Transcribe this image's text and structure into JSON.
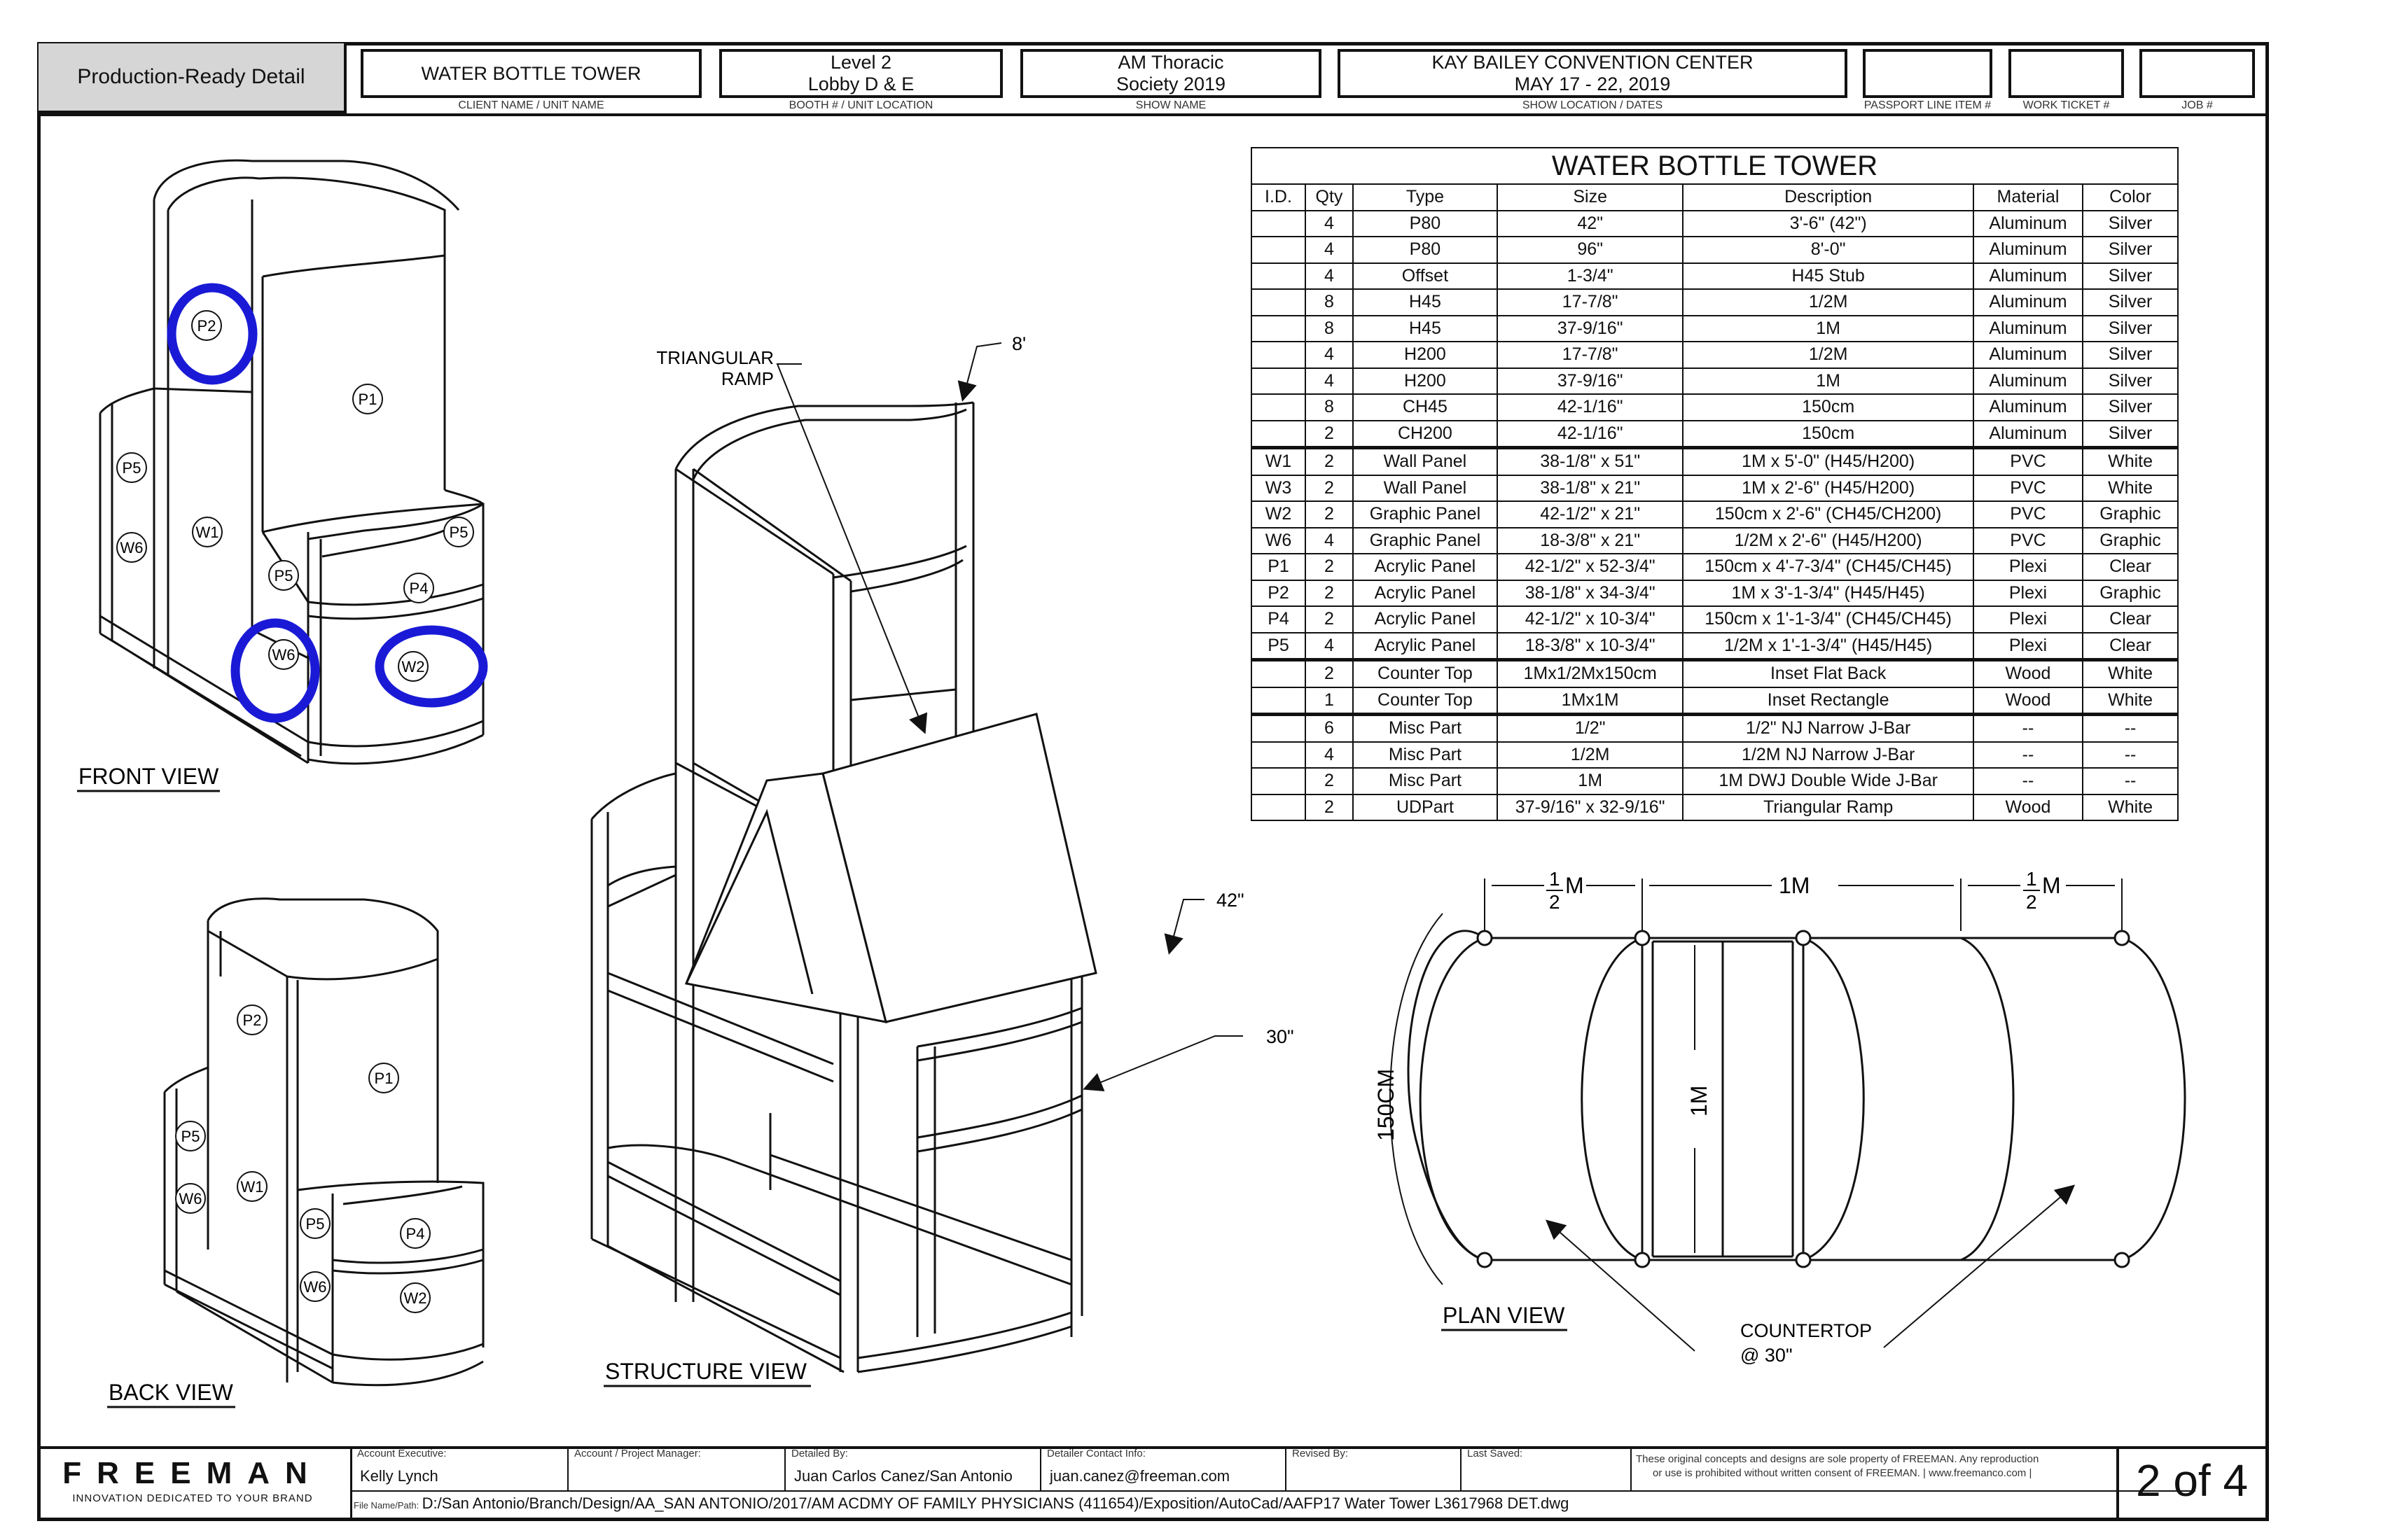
{
  "header": {
    "production_label": "Production-Ready Detail",
    "fields": [
      {
        "value": "WATER BOTTLE TOWER",
        "caption": "CLIENT NAME / UNIT NAME"
      },
      {
        "value": "Level 2\nLobby D & E",
        "line1": "Level 2",
        "line2": "Lobby D & E",
        "caption": "BOOTH # / UNIT LOCATION"
      },
      {
        "line1": "AM Thoracic",
        "line2": "Society 2019",
        "caption": "SHOW NAME"
      },
      {
        "line1": "KAY BAILEY CONVENTION CENTER",
        "line2": "MAY 17 - 22, 2019",
        "caption": "SHOW LOCATION / DATES"
      },
      {
        "value": "",
        "caption": "PASSPORT LINE ITEM #"
      },
      {
        "value": "",
        "caption": "WORK TICKET #"
      },
      {
        "value": "",
        "caption": "JOB #"
      }
    ]
  },
  "bom": {
    "title": "WATER BOTTLE TOWER",
    "columns": [
      "I.D.",
      "Qty",
      "Type",
      "Size",
      "Description",
      "Material",
      "Color"
    ],
    "rows": [
      [
        "",
        "4",
        "P80",
        "42\"",
        "3'-6\" (42\")",
        "Aluminum",
        "Silver"
      ],
      [
        "",
        "4",
        "P80",
        "96\"",
        "8'-0\"",
        "Aluminum",
        "Silver"
      ],
      [
        "",
        "4",
        "Offset",
        "1-3/4\"",
        "H45 Stub",
        "Aluminum",
        "Silver"
      ],
      [
        "",
        "8",
        "H45",
        "17-7/8\"",
        "1/2M",
        "Aluminum",
        "Silver"
      ],
      [
        "",
        "8",
        "H45",
        "37-9/16\"",
        "1M",
        "Aluminum",
        "Silver"
      ],
      [
        "",
        "4",
        "H200",
        "17-7/8\"",
        "1/2M",
        "Aluminum",
        "Silver"
      ],
      [
        "",
        "4",
        "H200",
        "37-9/16\"",
        "1M",
        "Aluminum",
        "Silver"
      ],
      [
        "",
        "8",
        "CH45",
        "42-1/16\"",
        "150cm",
        "Aluminum",
        "Silver"
      ],
      [
        "",
        "2",
        "CH200",
        "42-1/16\"",
        "150cm",
        "Aluminum",
        "Silver"
      ],
      [
        "W1",
        "2",
        "Wall Panel",
        "38-1/8\" x 51\"",
        "1M x 5'-0\" (H45/H200)",
        "PVC",
        "White"
      ],
      [
        "W3",
        "2",
        "Wall Panel",
        "38-1/8\" x 21\"",
        "1M x 2'-6\" (H45/H200)",
        "PVC",
        "White"
      ],
      [
        "W2",
        "2",
        "Graphic Panel",
        "42-1/2\" x 21\"",
        "150cm x 2'-6\" (CH45/CH200)",
        "PVC",
        "Graphic"
      ],
      [
        "W6",
        "4",
        "Graphic Panel",
        "18-3/8\" x 21\"",
        "1/2M x 2'-6\" (H45/H200)",
        "PVC",
        "Graphic"
      ],
      [
        "P1",
        "2",
        "Acrylic Panel",
        "42-1/2\" x 52-3/4\"",
        "150cm x 4'-7-3/4\" (CH45/CH45)",
        "Plexi",
        "Clear"
      ],
      [
        "P2",
        "2",
        "Acrylic Panel",
        "38-1/8\" x 34-3/4\"",
        "1M x 3'-1-3/4\" (H45/H45)",
        "Plexi",
        "Graphic"
      ],
      [
        "P4",
        "2",
        "Acrylic Panel",
        "42-1/2\" x 10-3/4\"",
        "150cm x 1'-1-3/4\" (CH45/CH45)",
        "Plexi",
        "Clear"
      ],
      [
        "P5",
        "4",
        "Acrylic Panel",
        "18-3/8\" x 10-3/4\"",
        "1/2M x 1'-1-3/4\" (H45/H45)",
        "Plexi",
        "Clear"
      ],
      [
        "",
        "2",
        "Counter Top",
        "1Mx1/2Mx150cm",
        "Inset Flat Back",
        "Wood",
        "White"
      ],
      [
        "",
        "1",
        "Counter Top",
        "1Mx1M",
        "Inset Rectangle",
        "Wood",
        "White"
      ],
      [
        "",
        "6",
        "Misc Part",
        "1/2\"",
        "1/2\" NJ Narrow J-Bar",
        "--",
        "--"
      ],
      [
        "",
        "4",
        "Misc Part",
        "1/2M",
        "1/2M NJ Narrow J-Bar",
        "--",
        "--"
      ],
      [
        "",
        "2",
        "Misc Part",
        "1M",
        "1M DWJ Double Wide J-Bar",
        "--",
        "--"
      ],
      [
        "",
        "2",
        "UDPart",
        "37-9/16\" x 32-9/16\"",
        "Triangular Ramp",
        "Wood",
        "White"
      ]
    ],
    "group_breaks": [
      9,
      17,
      19
    ]
  },
  "views": {
    "front": "FRONT VIEW",
    "back": "BACK VIEW",
    "structure": "STRUCTURE VIEW",
    "plan": "PLAN VIEW"
  },
  "callouts": {
    "ramp_line1": "TRIANGULAR",
    "ramp_line2": "RAMP",
    "h8": "8'",
    "h42": "42\"",
    "h30": "30\"",
    "countertop_line1": "COUNTERTOP",
    "countertop_line2": "@ 30\"",
    "dim_half_left": "M",
    "dim_one": "1M",
    "dim_half_right": "M",
    "dim_fraction": "1/2",
    "dim_150": "150CM",
    "dim_1m_vertical": "1M"
  },
  "panel_tags": {
    "front": [
      "P2",
      "P1",
      "P5",
      "W6",
      "W1",
      "P5",
      "P5",
      "P4",
      "W6",
      "W2"
    ],
    "back": [
      "P2",
      "P1",
      "P5",
      "W6",
      "W1",
      "P5",
      "P4",
      "W6",
      "W2"
    ],
    "highlight_color": "#1a1ad6"
  },
  "footer": {
    "brand": "FREEMAN",
    "tagline": "INNOVATION DEDICATED TO YOUR BRAND",
    "cells": [
      {
        "caption": "Account Executive:",
        "value": "Kelly Lynch"
      },
      {
        "caption": "Account / Project Manager:",
        "value": ""
      },
      {
        "caption": "Detailed By:",
        "value": "Juan Carlos Canez/San Antonio"
      },
      {
        "caption": "Detailer Contact Info:",
        "value": "juan.canez@freeman.com"
      },
      {
        "caption": "Revised By:",
        "value": ""
      },
      {
        "caption": "Last Saved:",
        "value": ""
      }
    ],
    "notice_line1": "These original concepts and designs are sole property of FREEMAN. Any reproduction",
    "notice_line2": "or use is prohibited without written consent of FREEMAN.  |  www.freemanco.com  |",
    "file_caption": "File Name/Path:",
    "file_path": "D:/San Antonio/Branch/Design/AA_SAN ANTONIO/2017/AM ACDMY OF FAMILY PHYSICIANS (411654)/Exposition/AutoCad/AAFP17 Water Tower L3617968 DET.dwg",
    "page": "2 of 4"
  }
}
